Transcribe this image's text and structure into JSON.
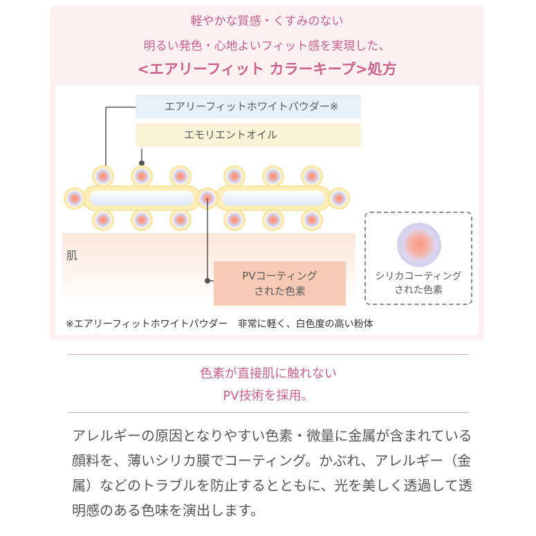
{
  "header": {
    "line1": "軽やかな質感・くすみのない",
    "line2": "明るい発色・心地よいフィット感を実現した、",
    "line3": "<エアリーフィット カラーキープ>処方"
  },
  "diagram": {
    "powder_label": "エアリーフィットホワイトパウダー※",
    "oil_label": "エモリエントオイル",
    "skin_label": "肌",
    "pv_label_line1": "PVコーティング",
    "pv_label_line2": "された色素",
    "silica_label_line1": "シリカコーティング",
    "silica_label_line2": "された色素",
    "footnote": "※エアリーフィットホワイトパウダー　非常に軽く、白色度の高い粉体"
  },
  "pv_section": {
    "line1": "色素が直接肌に触れない",
    "line2": "PV技術を採用。"
  },
  "body": {
    "text": "アレルギーの原因となりやすい色素・微量に金属が含まれている顔料を、薄いシリカ膜でコーティング。かぶれ、アレルギー（金属）などのトラブルを防止するとともに、光を美しく透過して透明感のある色味を演出します。"
  },
  "colors": {
    "accent_pink": "#c9618a",
    "card_bg": "#fcf0f2",
    "powder_bg": "#e6f0f8",
    "oil_bg": "#faf3d8",
    "pv_bg": "#f7cab5"
  }
}
